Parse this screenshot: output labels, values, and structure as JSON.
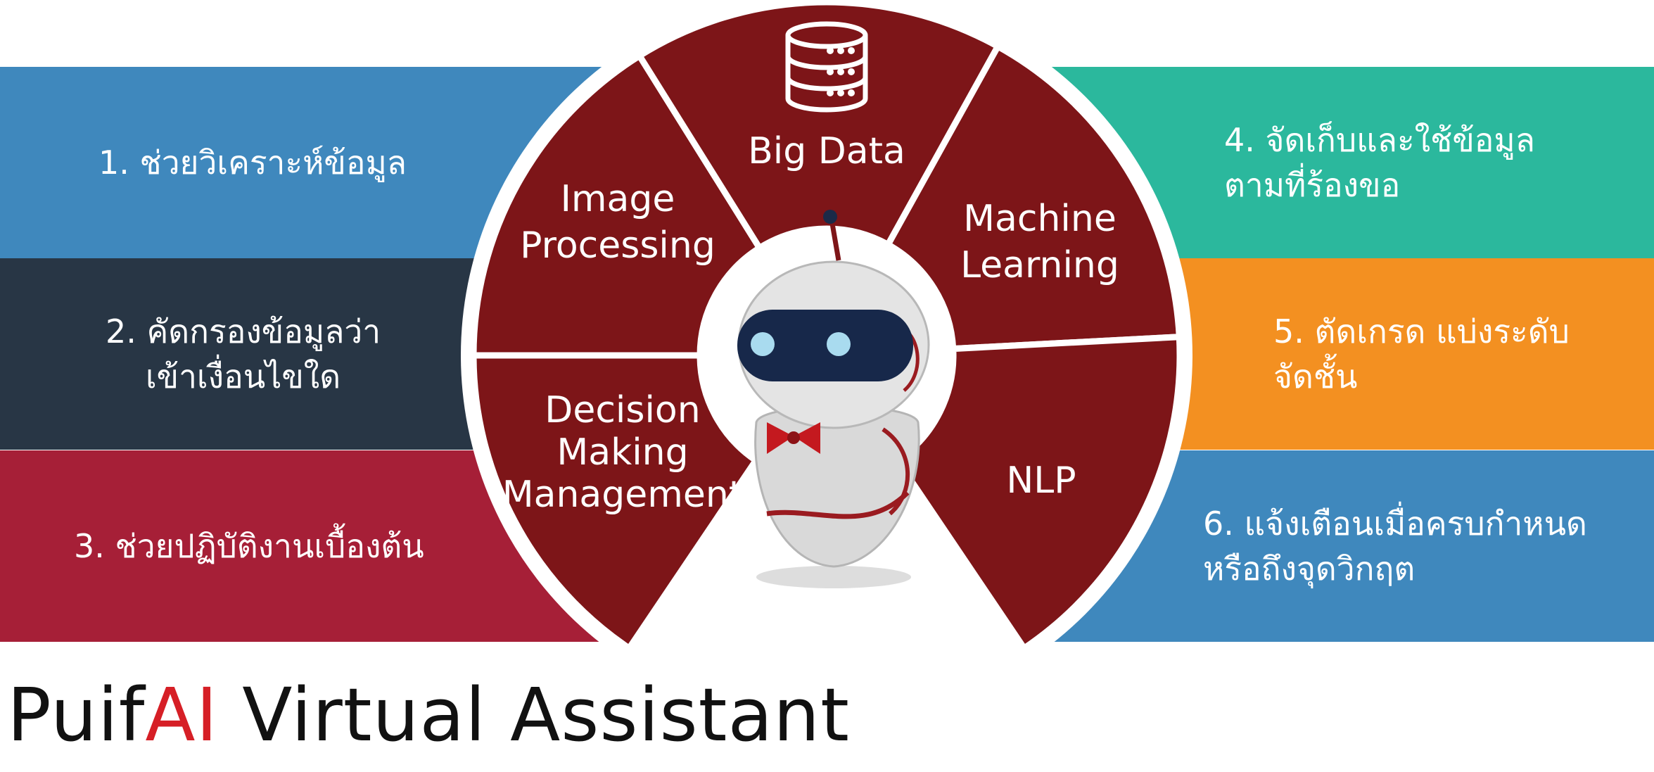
{
  "colors": {
    "wheel": "#7d1518",
    "band_blue": "#3f88bd",
    "band_navy": "#283645",
    "band_crimson": "#a61f37",
    "band_teal": "#2bb89d",
    "band_orange": "#f39021",
    "title_accent": "#d61f26"
  },
  "left_items": [
    {
      "label": "1. ช่วยวิเคราะห์ข้อมูล"
    },
    {
      "label": "2. คัดกรองข้อมูลว่า\nเข้าเงื่อนไขใด"
    },
    {
      "label": "3. ช่วยปฏิบัติงานเบื้องต้น"
    }
  ],
  "right_items": [
    {
      "label": "4. จัดเก็บและใช้ข้อมูล\nตามที่ร้องขอ"
    },
    {
      "label": "5. ตัดเกรด แบ่งระดับ\nจัดชั้น"
    },
    {
      "label": "6. แจ้งเตือนเมื่อครบกำหนด\nหรือถึงจุดวิกฤต"
    }
  ],
  "wheel": {
    "big_data": "Big Data",
    "image_processing": [
      "Image",
      "Processing"
    ],
    "machine_learning": [
      "Machine",
      "Learning"
    ],
    "decision_making": [
      "Decision",
      "Making",
      "Management"
    ],
    "nlp": "NLP",
    "big_data_icon": "database-icon",
    "mascot_icon": "robot-icon"
  },
  "footer": {
    "title_prefix": "Puif",
    "title_accent": "AI",
    "title_suffix": " Virtual Assistant"
  }
}
